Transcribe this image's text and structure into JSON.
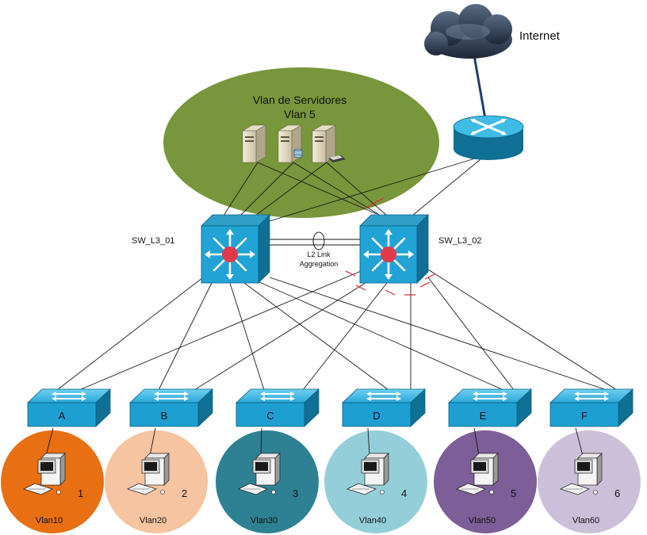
{
  "internet": {
    "label": "Internet"
  },
  "server_vlan": {
    "title": "Vlan de Servidores",
    "subtitle": "Vlan 5"
  },
  "core_switches": [
    {
      "name": "SW_L3_01"
    },
    {
      "name": "SW_L3_02"
    }
  ],
  "link_aggregation": {
    "line1": "L2 Link",
    "line2": "Aggregation"
  },
  "access_switches": [
    {
      "label": "A",
      "pc_number": "1",
      "vlan": "Vlan10",
      "color": "#e86f12"
    },
    {
      "label": "B",
      "pc_number": "2",
      "vlan": "Vlan20",
      "color": "#f6c4a0"
    },
    {
      "label": "C",
      "pc_number": "3",
      "vlan": "Vlan30",
      "color": "#2e8193"
    },
    {
      "label": "D",
      "pc_number": "4",
      "vlan": "Vlan40",
      "color": "#94cfd9"
    },
    {
      "label": "E",
      "pc_number": "5",
      "vlan": "Vlan50",
      "color": "#7d5e98"
    },
    {
      "label": "F",
      "pc_number": "6",
      "vlan": "Vlan60",
      "color": "#ccbfd9"
    }
  ],
  "colors": {
    "server_zone": "#78963b",
    "device_blue": "#1e9fd2",
    "device_blue_dark": "#0f6f95",
    "blocked_link_mark": "#d9282f",
    "router_uplink": "#1f3f6e"
  }
}
